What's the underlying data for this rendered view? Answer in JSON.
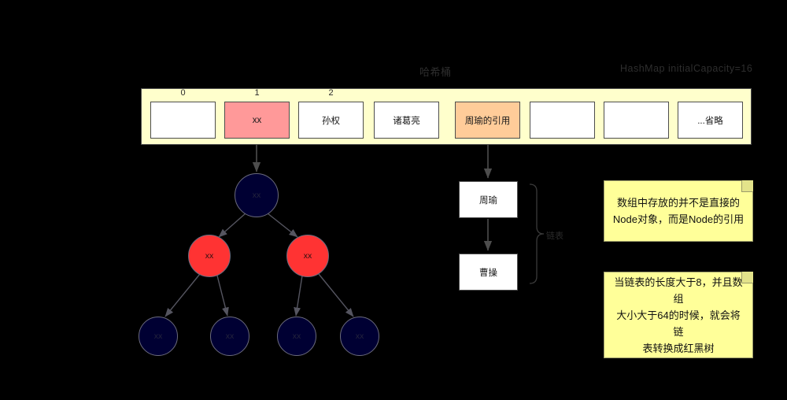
{
  "headings": {
    "bucket_caption": "哈希桶",
    "capacity_caption": "HashMap initialCapacity=16"
  },
  "bucket_array": {
    "cells": [
      {
        "index_label": "0",
        "text": "",
        "fill": "white"
      },
      {
        "index_label": "1",
        "text": "xx",
        "fill": "red"
      },
      {
        "index_label": "2",
        "text": "孙权",
        "fill": "white"
      },
      {
        "index_label": "",
        "text": "诸葛亮",
        "fill": "white"
      },
      {
        "index_label": "",
        "text": "周瑜的引用",
        "fill": "orange"
      },
      {
        "index_label": "",
        "text": "",
        "fill": "white"
      },
      {
        "index_label": "",
        "text": "",
        "fill": "white"
      },
      {
        "index_label": "",
        "text": "...省略",
        "fill": "white"
      }
    ]
  },
  "linked_list": {
    "nodes": [
      {
        "text": "周瑜"
      },
      {
        "text": "曹操"
      }
    ],
    "brace_label": "链表"
  },
  "tree": {
    "nodes": [
      {
        "id": "root",
        "text": "xx",
        "color": "black"
      },
      {
        "id": "left",
        "text": "xx",
        "color": "red"
      },
      {
        "id": "right",
        "text": "xx",
        "color": "red"
      },
      {
        "id": "leaf-0",
        "text": "xx",
        "color": "black"
      },
      {
        "id": "leaf-1",
        "text": "xx",
        "color": "black"
      },
      {
        "id": "leaf-2",
        "text": "xx",
        "color": "black"
      },
      {
        "id": "leaf-3",
        "text": "xx",
        "color": "black"
      }
    ]
  },
  "notes": [
    {
      "text": "数组中存放的并不是直接的\nNode对象，而是Node的引用"
    },
    {
      "text": "当链表的长度大于8，并且数组\n大小大于64的时候，就会将链\n表转换成红黑树"
    }
  ],
  "colors": {
    "background": "#000000",
    "bucket_fill": "#ffffcc",
    "cell_red": "#ff9999",
    "cell_orange": "#ffcc99",
    "node_black": "#000033",
    "node_red": "#ff3333",
    "note_fill": "#ffff99",
    "stroke": "#4d4d4d"
  }
}
